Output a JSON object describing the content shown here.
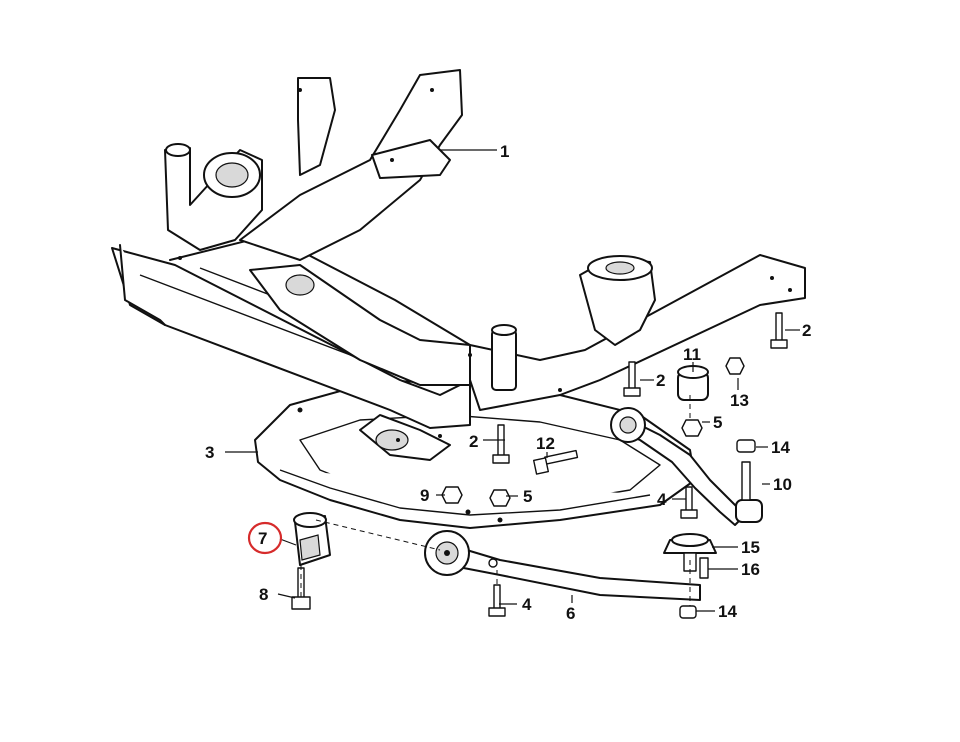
{
  "callouts": [
    {
      "id": "c1",
      "text": "1"
    },
    {
      "id": "c2a",
      "text": "2"
    },
    {
      "id": "c2b",
      "text": "2"
    },
    {
      "id": "c2c",
      "text": "2"
    },
    {
      "id": "c3",
      "text": "3"
    },
    {
      "id": "c4a",
      "text": "4"
    },
    {
      "id": "c4b",
      "text": "4"
    },
    {
      "id": "c5a",
      "text": "5"
    },
    {
      "id": "c5b",
      "text": "5"
    },
    {
      "id": "c6",
      "text": "6"
    },
    {
      "id": "c7",
      "text": "7"
    },
    {
      "id": "c8",
      "text": "8"
    },
    {
      "id": "c9",
      "text": "9"
    },
    {
      "id": "c10",
      "text": "10"
    },
    {
      "id": "c11",
      "text": "11"
    },
    {
      "id": "c12",
      "text": "12"
    },
    {
      "id": "c13",
      "text": "13"
    },
    {
      "id": "c14a",
      "text": "14"
    },
    {
      "id": "c14b",
      "text": "14"
    },
    {
      "id": "c15",
      "text": "15"
    },
    {
      "id": "c16",
      "text": "16"
    }
  ],
  "highlight": {
    "callout": "7",
    "color": "#d62b2b"
  }
}
